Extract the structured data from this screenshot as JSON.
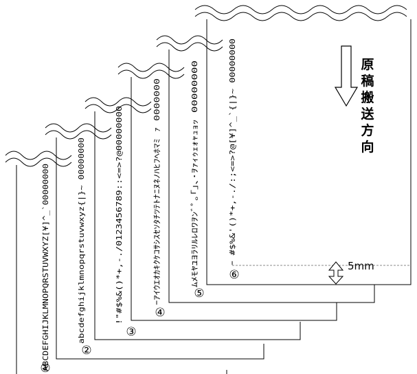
{
  "sheets": [
    {
      "marker": "①",
      "chars": "ABCDEFGHIJKLMNOPQRSTUVWXYZ[¥]^_`00000000"
    },
    {
      "marker": "②",
      "chars": "abcdefghijklmnopqrstuvwxyz{|}~ 00000000"
    },
    {
      "marker": "③",
      "chars": "!\"#$%&()*+,-./0123456789::<=>?@00000000"
    },
    {
      "marker": "④",
      "chars": "ｰｱｲｳｴｵｶｷｸｹｺｻｼｽｾｿﾀﾁﾂﾃﾄﾅﾆﾇﾈﾉﾊﾋﾌﾍﾎﾏﾐ ｧ 0000000"
    },
    {
      "marker": "⑤",
      "chars": "ﾑﾒﾓﾔﾕﾖﾗﾘﾙﾚﾛﾜｦﾝﾞﾟ｡｢｣､･ｦｧｨｩｪｫｬｭｮｯ  00000000"
    },
    {
      "marker": "⑥",
      "chars": "ｰ #$%&'()*+,-./:;<=>?@[¥]^_`{|}~ 00000000"
    }
  ],
  "direction_label": "原稿搬送方向",
  "dimension_label": "5mm",
  "colors": {
    "line": "#000000",
    "dash": "#888888"
  }
}
